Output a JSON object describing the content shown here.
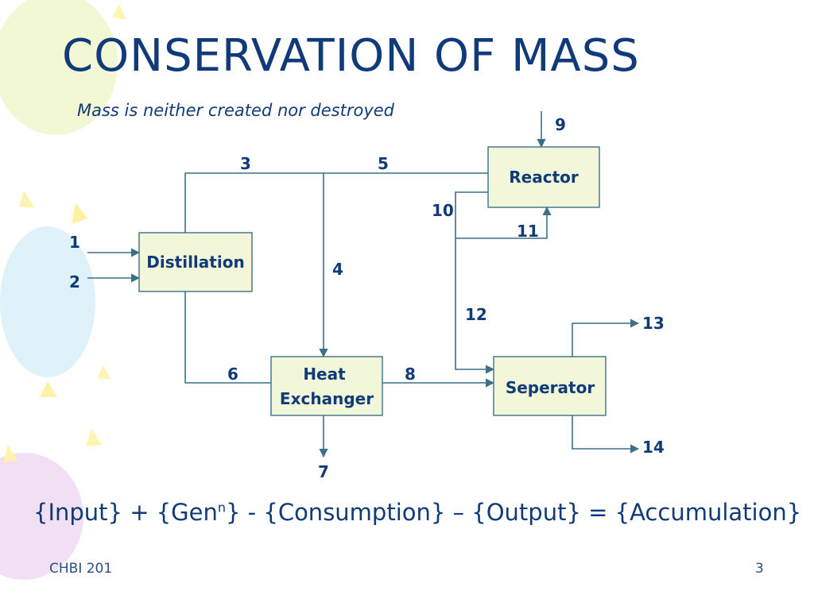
{
  "slide": {
    "title": "CONSERVATION OF MASS",
    "subtitle": "Mass is neither created nor destroyed",
    "footer_left": "CHBI 201",
    "page_number": "3"
  },
  "diagram": {
    "units": {
      "distillation": "Distillation",
      "heat_exchanger_line1": "Heat",
      "heat_exchanger_line2": "Exchanger",
      "reactor": "Reactor",
      "separator": "Seperator"
    },
    "streams": [
      "1",
      "2",
      "3",
      "4",
      "5",
      "6",
      "7",
      "8",
      "9",
      "10",
      "11",
      "12",
      "13",
      "14"
    ]
  },
  "equation": {
    "part1": "{Input} + {Gen",
    "superscript": "n",
    "part2": "} - {Consumption} – {Output} = {Accumulation}"
  },
  "colors": {
    "text": "#103a78",
    "box_fill": "#f1f7d8",
    "box_stroke": "#3c6f8a",
    "line": "#3c6f8a"
  }
}
